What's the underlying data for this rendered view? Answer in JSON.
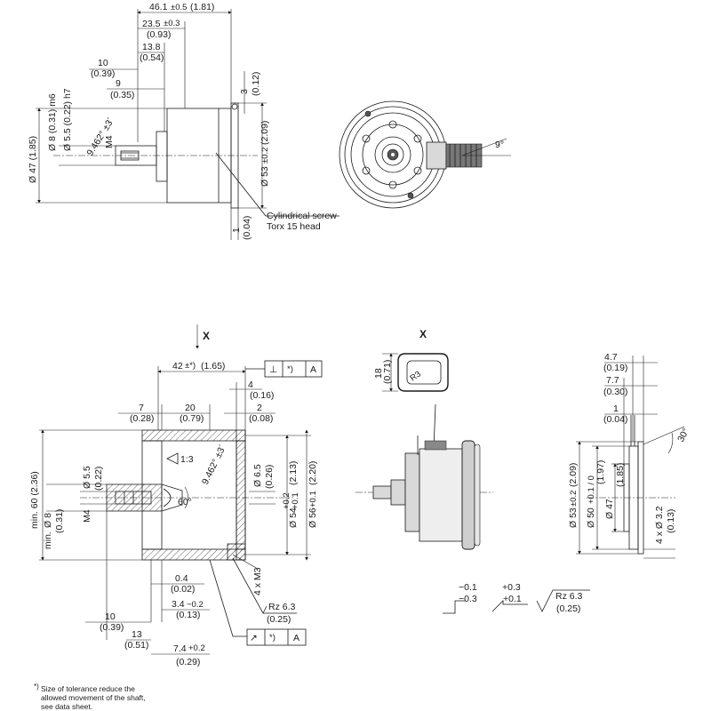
{
  "top_view": {
    "d_overall_len": "46.1",
    "d_overall_tol": "±0.5",
    "d_overall_in": "(1.81)",
    "d_235": "23.5",
    "d_235_tol": "±0.3",
    "d_235_in": "(0.93)",
    "d_138": "13.8",
    "d_138_in": "(0.54)",
    "d_10": "10",
    "d_10_in": "(0.39)",
    "d_9": "9",
    "d_9_in": "(0.35)",
    "d_shaft8": "Ø 8 (0.31) m6",
    "d_shaft55": "Ø 5.5 (0.22) h7",
    "angle": "9.462° ±3´",
    "thread": "M4",
    "d_47": "Ø 47 (1.85)",
    "d_3": "3",
    "d_3_in": "(0.12)",
    "d_53": "Ø 53",
    "d_53_tol": "±0.2",
    "d_53_in": "(2.09)",
    "d_1": "1",
    "d_1_in": "(0.04)",
    "screw_line1": "Cylindrical screw",
    "screw_line2": "Torx 15 head"
  },
  "front_view": {
    "angle_9": "9°"
  },
  "section_view": {
    "x_label": "X",
    "d_42": "42",
    "d_42_tol": "±*)",
    "d_42_in": "(1.65)",
    "fc_sym": "⊥",
    "fc_tol": "*)",
    "fc_ref": "A",
    "d_4": "4",
    "d_4_in": "(0.16)",
    "d_7": "7",
    "d_7_in": "(0.28)",
    "d_20": "20",
    "d_20_in": "(0.79)",
    "d_2": "2",
    "d_2_in": "(0.08)",
    "d_min60": "min. 60 (2.36)",
    "d_55": "Ø 5.5",
    "d_55_in": "(0.22)",
    "d_8": "Ø 8",
    "d_8_in": "(0.31)",
    "min_label": "min.",
    "thread": "M4",
    "taper": "1:3",
    "angle": "9.462° ±3´",
    "angle_60": "60°",
    "d_65": "Ø 6.5",
    "d_65_in": "(0.26)",
    "d_54": "Ø 54",
    "d_54_tol_up": "+0.2",
    "d_54_tol_lo": "+0.1",
    "d_54_in": "(2.13)",
    "d_56": "Ø 56",
    "d_56_tol": "+0.1",
    "d_56_in": "(2.20)",
    "d_m3": "4 x M3",
    "d_04": "0.4",
    "d_04_in": "(0.02)",
    "d_34": "3.4",
    "d_34_tol": "−0.2",
    "d_34_in": "(0.13)",
    "rz": "Rz 6.3",
    "rz_in": "(0.25)",
    "d_10": "10",
    "d_10_in": "(0.39)",
    "d_13": "13",
    "d_13_in": "(0.51)",
    "d_74": "7.4",
    "d_74_tol": "+0.2",
    "d_74_in": "(0.29)",
    "fc2_sym": "↗",
    "fc2_tol": "*)",
    "fc2_ref": "A"
  },
  "detail_x": {
    "title": "X",
    "d_18": "18",
    "d_18_in": "(0.71)",
    "r3": "R3"
  },
  "side_view": {
    "d_47": "4.7",
    "d_47_in": "(0.19)",
    "d_77": "7.7",
    "d_77_in": "(0.30)",
    "d_1": "1",
    "d_1_in": "(0.04)",
    "angle_30": "30°",
    "d_53": "Ø 53",
    "d_53_tol": "±0.2",
    "d_53_in": "(2.09)",
    "d_50": "Ø 50",
    "d_50_tol": "+0.1 / 0",
    "d_50_in": "(1.97)",
    "d_47b": "Ø 47",
    "d_47b_in": "(1.85)",
    "d_32": "4 x Ø 3.2",
    "d_32_in": "(0.13)"
  },
  "legend": {
    "tol1_a": "−0.1",
    "tol1_b": "−0.3",
    "tol2_a": "+0.3",
    "tol2_b": "+0.1",
    "rz": "Rz 6.3",
    "rz_in": "(0.25)"
  },
  "footnote": {
    "marker": "*)",
    "line1": "Size of tolerance reduce the",
    "line2": "allowed movement of the shaft,",
    "line3": "see data sheet."
  }
}
